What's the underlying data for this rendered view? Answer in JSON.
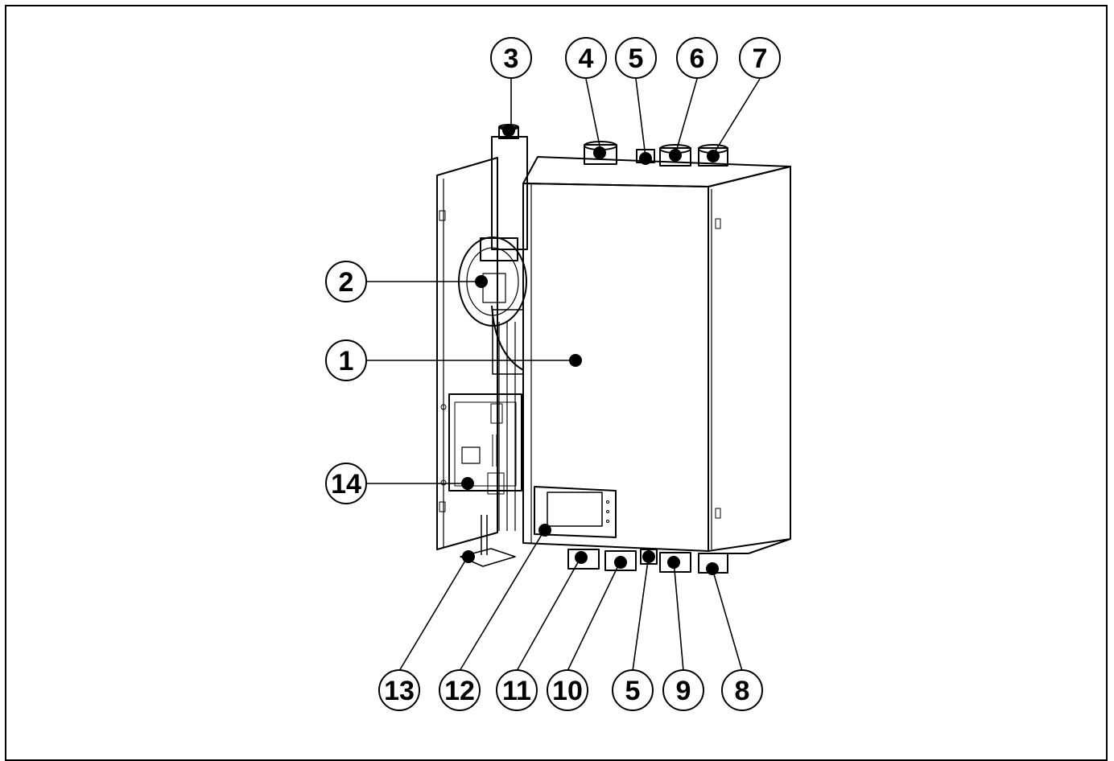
{
  "callouts": [
    {
      "id": "c1",
      "label": "1"
    },
    {
      "id": "c2",
      "label": "2"
    },
    {
      "id": "c3",
      "label": "3"
    },
    {
      "id": "c4",
      "label": "4"
    },
    {
      "id": "c5a",
      "label": "5"
    },
    {
      "id": "c6",
      "label": "6"
    },
    {
      "id": "c7",
      "label": "7"
    },
    {
      "id": "c8",
      "label": "8"
    },
    {
      "id": "c9",
      "label": "9"
    },
    {
      "id": "c10",
      "label": "10"
    },
    {
      "id": "c5b",
      "label": "5"
    },
    {
      "id": "c11",
      "label": "11"
    },
    {
      "id": "c12",
      "label": "12"
    },
    {
      "id": "c13",
      "label": "13"
    },
    {
      "id": "c14",
      "label": "14"
    }
  ],
  "colors": {
    "line": "#000000",
    "background": "#ffffff"
  }
}
